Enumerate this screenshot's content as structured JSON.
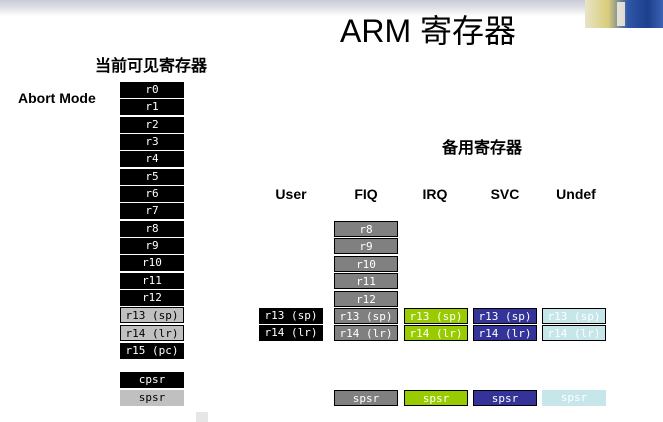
{
  "title": "ARM 寄存器",
  "current_section": "当前可见寄存器",
  "banked_section": "备用寄存器",
  "mode_label": "Abort Mode",
  "current_registers": [
    "r0",
    "r1",
    "r2",
    "r3",
    "r4",
    "r5",
    "r6",
    "r7",
    "r8",
    "r9",
    "r10",
    "r11",
    "r12",
    "r13 (sp)",
    "r14 (lr)",
    "r15 (pc)"
  ],
  "status_registers": [
    "cpsr",
    "spsr"
  ],
  "columns": [
    {
      "name": "User",
      "registers": [
        "r13 (sp)",
        "r14 (lr)"
      ]
    },
    {
      "name": "FIQ",
      "registers": [
        "r8",
        "r9",
        "r10",
        "r11",
        "r12",
        "r13 (sp)",
        "r14 (lr)"
      ],
      "spsr": "spsr"
    },
    {
      "name": "IRQ",
      "registers": [
        "r13 (sp)",
        "r14 (lr)"
      ],
      "spsr": "spsr"
    },
    {
      "name": "SVC",
      "registers": [
        "r13 (sp)",
        "r14 (lr)"
      ],
      "spsr": "spsr"
    },
    {
      "name": "Undef",
      "registers": [
        "r13 (sp)",
        "r14 (lr)"
      ],
      "spsr": "spsr"
    }
  ],
  "colors": {
    "current": "#000000",
    "current_banked": "#c0c0c0",
    "user": "#000000",
    "fiq": "#808080",
    "irq": "#99cc00",
    "svc": "#333399",
    "undef": "#c6e6ea"
  }
}
